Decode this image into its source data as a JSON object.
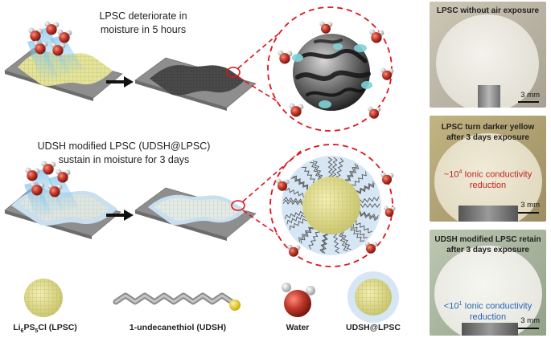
{
  "captions": {
    "top": "LPSC deteriorate in\nmoisture in 5 hours",
    "bottom": "UDSH modified LPSC (UDSH@LPSC)\nsustain in moisture for 3 days"
  },
  "legend": {
    "lpsc_parts": [
      "Li",
      "6",
      "PS",
      "5",
      "Cl (LPSC)"
    ],
    "undecanethiol": "1-undecanethiol (UDSH)",
    "water": "Water",
    "udsh_lpsc": "UDSH@LPSC"
  },
  "photos": [
    {
      "title": "LPSC without air exposure",
      "scale": "3 mm"
    },
    {
      "title": "LPSC turn darker yellow\nafter 3 days exposure",
      "note_prefix": "~10",
      "note_exp": "4",
      "note_suffix": " Ionic conductivity\nreduction",
      "note_color": "#c0241e",
      "scale": "3 mm"
    },
    {
      "title": "UDSH modified LPSC retain\nafter 3 days exposure",
      "note_prefix": "<10",
      "note_exp": "1",
      "note_suffix": " Ionic conductivity\nreduction",
      "note_color": "#2a64b8",
      "scale": "3 mm"
    }
  ],
  "colors": {
    "lpsc_yellow": "#e4e39a",
    "coating_blue": "#c9dff0",
    "water_red": "#c0392b",
    "dash_red": "#e0141b",
    "platform": "#8e8e8e",
    "arrow": "#111111"
  },
  "icons": [
    "arrow-right-icon",
    "water-molecule-icon",
    "thiol-chain-icon"
  ]
}
